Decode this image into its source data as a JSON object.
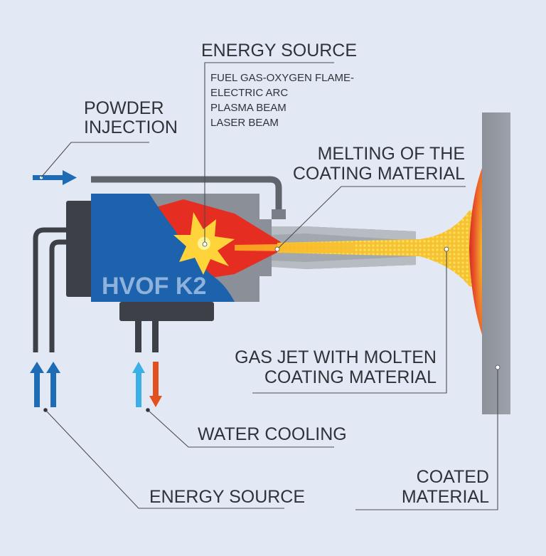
{
  "colors": {
    "background": "#e3e9f4",
    "gun_body": "#1d62ad",
    "gun_gray": "#8a8f98",
    "dark": "#3d4046",
    "flame_red": "#e52d21",
    "flame_yellow": "#ffd43a",
    "arrow_blue": "#1f6cb6",
    "arrow_light_blue": "#3ab0e6",
    "arrow_red": "#e2501f"
  },
  "labels": {
    "energy_source_top": "ENERGY SOURCE",
    "energy_options": [
      "FUEL GAS-OXYGEN FLAME-",
      "ELECTRIC ARC",
      "PLASMA BEAM",
      "LASER BEAM"
    ],
    "powder_injection": [
      "POWDER",
      "INJECTION"
    ],
    "melting": [
      "MELTING OF THE",
      "COATING MATERIAL"
    ],
    "gun_name": "HVOF K2",
    "gas_jet": [
      "GAS JET WITH MOLTEN",
      "COATING MATERIAL"
    ],
    "water_cooling": "WATER COOLING",
    "energy_source_bottom": "ENERGY SOURCE",
    "coated_material": [
      "COATED",
      "MATERIAL"
    ]
  },
  "icons": {
    "powder_arrow": "arrow-right-icon",
    "energy_arrows": "arrow-up-icon",
    "water_in": "arrow-up-icon",
    "water_out": "arrow-down-icon"
  }
}
